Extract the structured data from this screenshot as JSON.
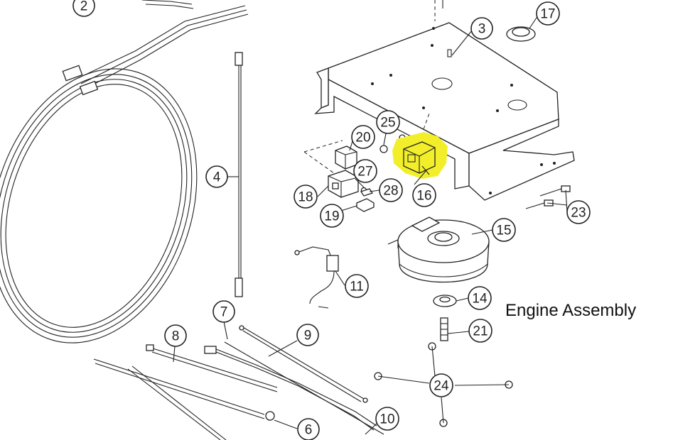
{
  "title": "Engine Assembly",
  "highlight_color": "#f2ef2a",
  "highlighted_part": "16",
  "callouts": [
    {
      "id": "2",
      "label": "2"
    },
    {
      "id": "3",
      "label": "3"
    },
    {
      "id": "4",
      "label": "4"
    },
    {
      "id": "6",
      "label": "6"
    },
    {
      "id": "7",
      "label": "7"
    },
    {
      "id": "8",
      "label": "8"
    },
    {
      "id": "9",
      "label": "9"
    },
    {
      "id": "10",
      "label": "10"
    },
    {
      "id": "11",
      "label": "11"
    },
    {
      "id": "14",
      "label": "14"
    },
    {
      "id": "15",
      "label": "15"
    },
    {
      "id": "16",
      "label": "16"
    },
    {
      "id": "17",
      "label": "17"
    },
    {
      "id": "18",
      "label": "18"
    },
    {
      "id": "19",
      "label": "19"
    },
    {
      "id": "20",
      "label": "20"
    },
    {
      "id": "21",
      "label": "21"
    },
    {
      "id": "23",
      "label": "23"
    },
    {
      "id": "24",
      "label": "24"
    },
    {
      "id": "25",
      "label": "25"
    },
    {
      "id": "27",
      "label": "27"
    },
    {
      "id": "28",
      "label": "28"
    }
  ]
}
